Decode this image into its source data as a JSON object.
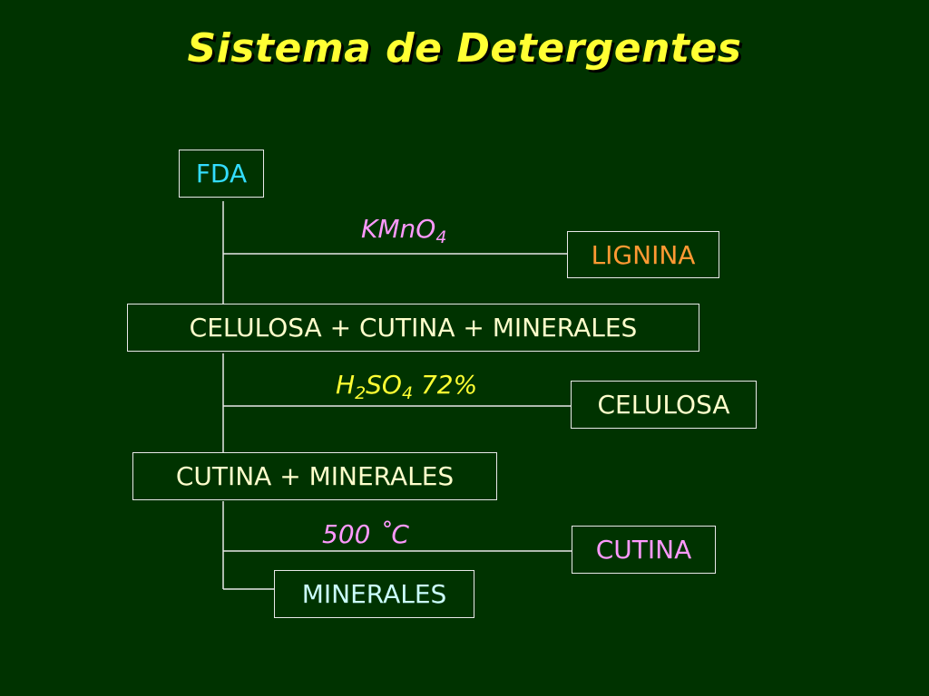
{
  "title": "Sistema de Detergentes",
  "nodes": {
    "fda": "FDA",
    "lignina": "LIGNINA",
    "celulosa_cutina_minerales": "CELULOSA + CUTINA + MINERALES",
    "celulosa": "CELULOSA",
    "cutina_minerales": "CUTINA + MINERALES",
    "cutina": "CUTINA",
    "minerales": "MINERALES"
  },
  "reagents": {
    "kmno4": {
      "base": "KMnO",
      "sub": "4"
    },
    "h2so4": {
      "p1": "H",
      "sub1": "2",
      "p2": "SO",
      "sub2": "4",
      "suffix": " 72%"
    },
    "temp": "500 ˚C"
  },
  "colors": {
    "background": "#003300",
    "title": "#ffff33",
    "fda": "#33ddff",
    "lignina": "#ff9933",
    "reagent": "#ff99ff",
    "h2so4": "#ffff33",
    "box_text": "#ffffcc",
    "cutina": "#ff99ff",
    "minerales": "#ccffff",
    "lines": "#e8e8e8"
  }
}
